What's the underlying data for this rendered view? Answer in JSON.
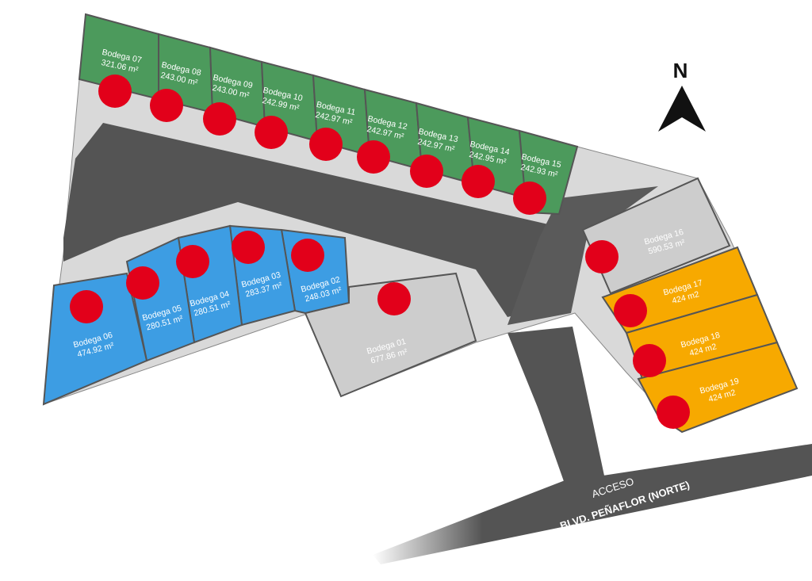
{
  "colors": {
    "green": "#4c9a5c",
    "blue": "#3d9de3",
    "orange": "#f7a900",
    "gray": "#cdcdcd",
    "marker": "#e2001a",
    "road": "#545454"
  },
  "compass": {
    "label": "N"
  },
  "access": {
    "label": "ACCESO",
    "street": "BLVD. PEÑAFLOR (NORTE)"
  },
  "units": [
    {
      "name": "Bodega 01",
      "area": "677.86 m²",
      "group": "gray"
    },
    {
      "name": "Bodega 02",
      "area": "248.03 m²",
      "group": "blue"
    },
    {
      "name": "Bodega 03",
      "area": "283.37 m²",
      "group": "blue"
    },
    {
      "name": "Bodega 04",
      "area": "280.51 m²",
      "group": "blue"
    },
    {
      "name": "Bodega 05",
      "area": "280.51 m²",
      "group": "blue"
    },
    {
      "name": "Bodega 06",
      "area": "474.92 m²",
      "group": "blue"
    },
    {
      "name": "Bodega 07",
      "area": "321.06 m²",
      "group": "green"
    },
    {
      "name": "Bodega 08",
      "area": "243.00 m²",
      "group": "green"
    },
    {
      "name": "Bodega 09",
      "area": "243.00 m²",
      "group": "green"
    },
    {
      "name": "Bodega 10",
      "area": "242.99 m²",
      "group": "green"
    },
    {
      "name": "Bodega 11",
      "area": "242.97 m²",
      "group": "green"
    },
    {
      "name": "Bodega 12",
      "area": "242.97 m²",
      "group": "green"
    },
    {
      "name": "Bodega 13",
      "area": "242.97 m²",
      "group": "green"
    },
    {
      "name": "Bodega 14",
      "area": "242.95 m²",
      "group": "green"
    },
    {
      "name": "Bodega 15",
      "area": "242.93 m²",
      "group": "green"
    },
    {
      "name": "Bodega 16",
      "area": "590.53 m²",
      "group": "gray"
    },
    {
      "name": "Bodega 17",
      "area": "424 m2",
      "group": "orange"
    },
    {
      "name": "Bodega 18",
      "area": "424 m2",
      "group": "orange"
    },
    {
      "name": "Bodega 19",
      "area": "424 m2",
      "group": "orange"
    }
  ]
}
